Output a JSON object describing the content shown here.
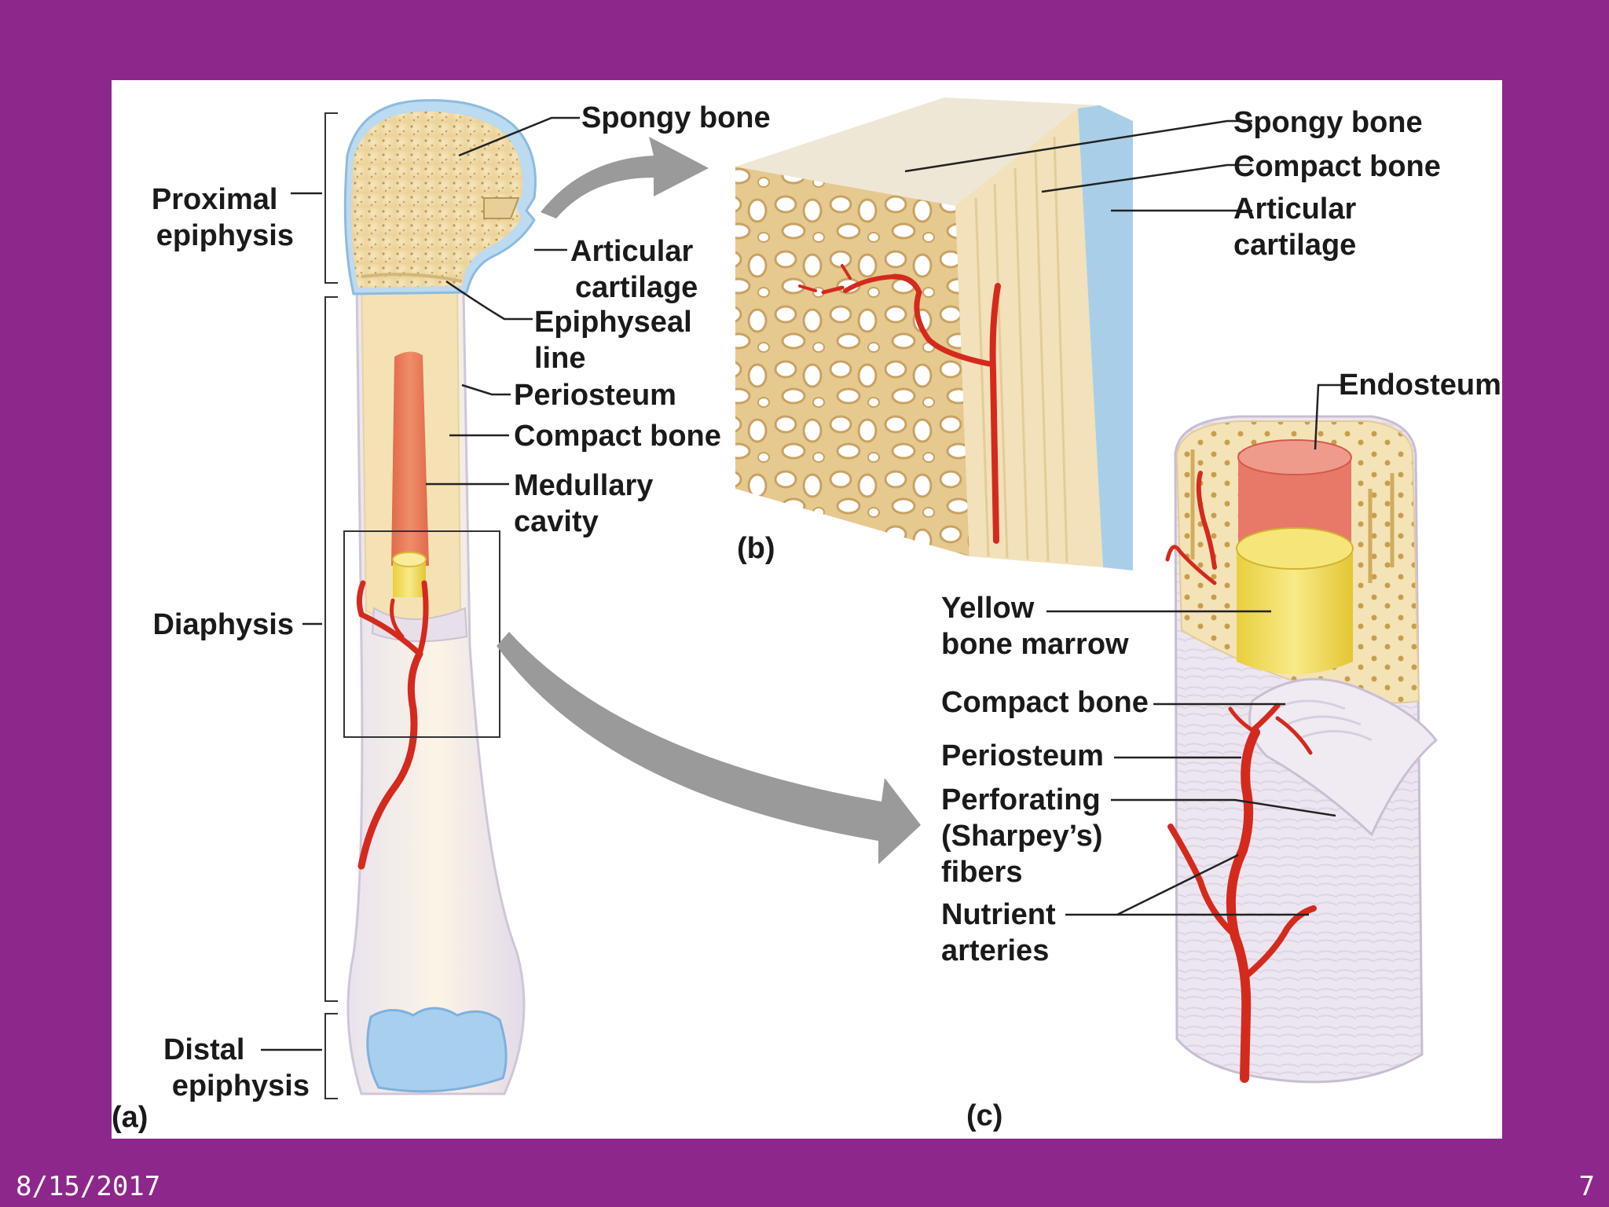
{
  "footer": {
    "date": "8/15/2017",
    "slide_number": "7"
  },
  "panel_a": {
    "tag": "(a)",
    "labels": {
      "proximal_epiphysis": [
        "Proximal",
        "epiphysis"
      ],
      "diaphysis": "Diaphysis",
      "distal_epiphysis": [
        "Distal",
        "epiphysis"
      ],
      "spongy_bone": "Spongy bone",
      "articular_cartilage": [
        "Articular",
        "cartilage"
      ],
      "epiphyseal_line": [
        "Epiphyseal",
        "line"
      ],
      "periosteum": "Periosteum",
      "compact_bone": "Compact bone",
      "medullary_cavity": [
        "Medullary",
        "cavity"
      ]
    }
  },
  "panel_b": {
    "tag": "(b)",
    "labels": {
      "spongy_bone": "Spongy bone",
      "compact_bone": "Compact bone",
      "articular_cartilage": [
        "Articular",
        "cartilage"
      ]
    }
  },
  "panel_c": {
    "tag": "(c)",
    "labels": {
      "endosteum": "Endosteum",
      "yellow_bone_marrow": [
        "Yellow",
        "bone marrow"
      ],
      "compact_bone": "Compact bone",
      "periosteum": "Periosteum",
      "perforating_fibers": [
        "Perforating",
        "(Sharpey’s)",
        "fibers"
      ],
      "nutrient_arteries": [
        "Nutrient",
        "arteries"
      ]
    }
  },
  "colors": {
    "background": "#8e278c",
    "bone": "#f3dfae",
    "cartilage": "#9cc7e6",
    "marrow_red": "#e8815e",
    "marrow_yellow": "#f1dc55",
    "artery": "#d42a1e",
    "periosteum": "#ddd5e4",
    "arrow": "#9a9a9a"
  }
}
